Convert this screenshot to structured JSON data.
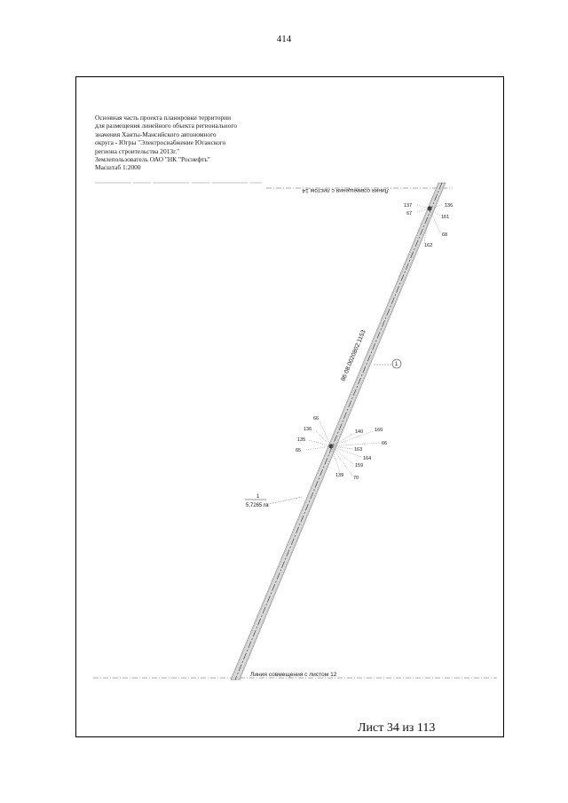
{
  "page_number": "414",
  "title_block": {
    "lines": [
      "Основная часть проекта планировки территории",
      "для размещения линейного объекта регионального",
      "значения Ханты-Мансийского автономного",
      "округа - Югры \"Электроснабжение Юганского",
      "региона строительства 2013г.\"",
      "Землепользователь ОАО \"НК \"Роснефть\"",
      "Масштаб 1:2000"
    ]
  },
  "drawing": {
    "top_match_line": "Линия совмещения с листом 14",
    "bottom_match_line": "Линия совмещения с листом 12",
    "cadastral_number": "86:08:0020802:1153",
    "plot_marker": "1",
    "area_label": "1",
    "area_value": "5,7265 га",
    "top_points": [
      "137",
      "136",
      "67",
      "161",
      "68",
      "162"
    ],
    "middle_points": [
      "66",
      "136",
      "135",
      "65",
      "140",
      "160",
      "66",
      "163",
      "164",
      "159",
      "139",
      "70"
    ]
  },
  "sheet_label": "Лист 34 из 113"
}
